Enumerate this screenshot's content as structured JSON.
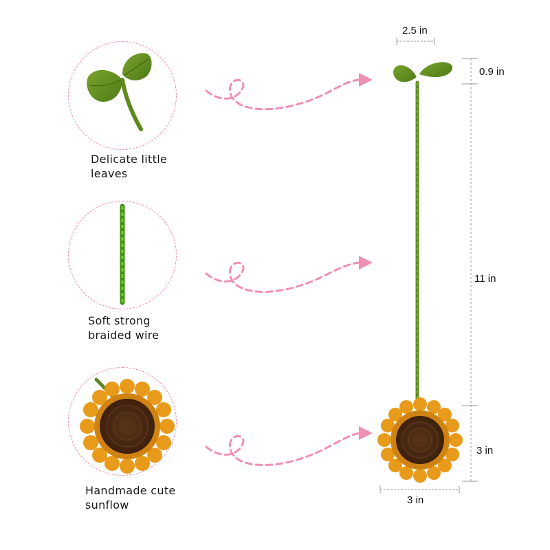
{
  "features": [
    {
      "caption_lines": [
        "Delicate little",
        "leaves"
      ],
      "icon": "leaf-sprout-icon"
    },
    {
      "caption_lines": [
        "Soft strong",
        "braided wire"
      ],
      "icon": "braided-wire-icon"
    },
    {
      "caption_lines": [
        "Handmade cute",
        "sunflow"
      ],
      "icon": "sunflower-icon"
    }
  ],
  "dimensions": {
    "leaf_width": "2.5 in",
    "leaf_height": "0.9 in",
    "stem_length": "11 in",
    "flower_height": "3 in",
    "flower_width": "3 in"
  },
  "colors": {
    "circle_border": "#e58aa8",
    "arrow": "#ef8fb5",
    "leaf_green": "#5d8a1e",
    "wire_green": "#5cc21f",
    "petal": "#e89a1a",
    "center": "#4a2a14",
    "dim_line": "#aaaaaa"
  }
}
